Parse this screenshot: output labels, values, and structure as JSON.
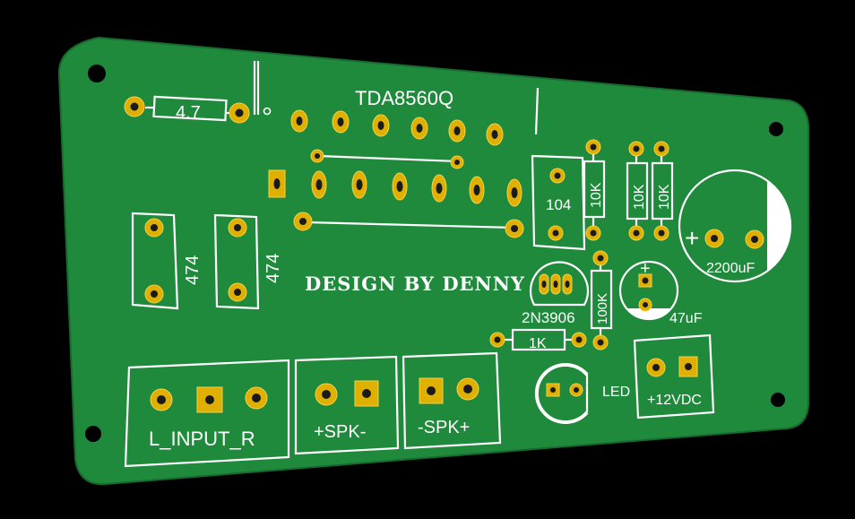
{
  "colors": {
    "background": "#000000",
    "board": "#1f8a3c",
    "board_edge": "#176a2d",
    "silkscreen": "#ffffff",
    "pad": "#e0b000"
  },
  "labels": {
    "ic": "TDA8560Q",
    "resistor_r1": "4.7",
    "cap_104": "104",
    "cap_474_left": "474",
    "cap_474_right": "474",
    "res_10k_a": "10K",
    "res_10k_b": "10K",
    "res_10k_c": "10K",
    "res_100k": "100K",
    "res_1k": "1K",
    "transistor": "2N3906",
    "cap_47uf": "47uF",
    "cap_2200uf": "2200uF",
    "plus_2200": "+",
    "plus_47": "+",
    "led": "LED",
    "credit": "DESIGN BY DENNY",
    "input_connector": "L_INPUT_R",
    "spk_left": "+SPK-",
    "spk_right": "-SPK+",
    "power": "+12VDC"
  }
}
